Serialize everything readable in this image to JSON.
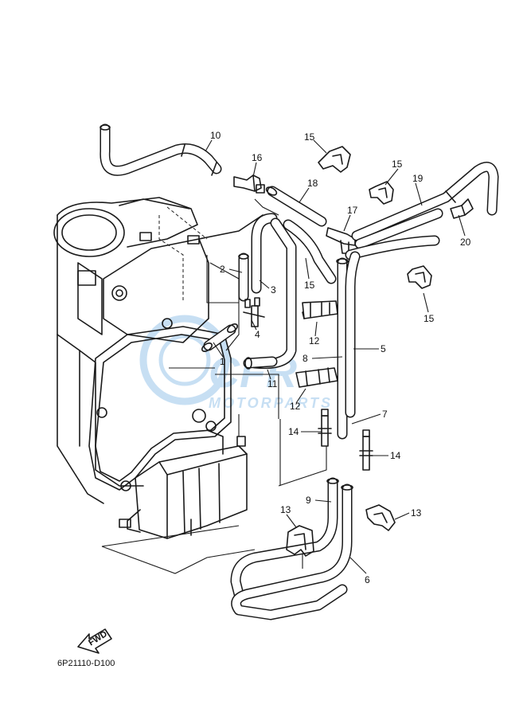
{
  "diagram": {
    "code": "6P21110-D100",
    "fwd_label": "FWD",
    "watermark": {
      "main": "CFR",
      "sub": "MOTORPARTS",
      "color": "#9ac6ea"
    },
    "callouts": [
      {
        "id": "1",
        "label": "1"
      },
      {
        "id": "2",
        "label": "2"
      },
      {
        "id": "3",
        "label": "3"
      },
      {
        "id": "4",
        "label": "4"
      },
      {
        "id": "5",
        "label": "5"
      },
      {
        "id": "6",
        "label": "6"
      },
      {
        "id": "7",
        "label": "7"
      },
      {
        "id": "8",
        "label": "8"
      },
      {
        "id": "9",
        "label": "9"
      },
      {
        "id": "10",
        "label": "10"
      },
      {
        "id": "11",
        "label": "11"
      },
      {
        "id": "12a",
        "label": "12"
      },
      {
        "id": "12b",
        "label": "12"
      },
      {
        "id": "13a",
        "label": "13"
      },
      {
        "id": "13b",
        "label": "13"
      },
      {
        "id": "14a",
        "label": "14"
      },
      {
        "id": "14b",
        "label": "14"
      },
      {
        "id": "15a",
        "label": "15"
      },
      {
        "id": "15b",
        "label": "15"
      },
      {
        "id": "15c",
        "label": "15"
      },
      {
        "id": "15d",
        "label": "15"
      },
      {
        "id": "16",
        "label": "16"
      },
      {
        "id": "17",
        "label": "17"
      },
      {
        "id": "18",
        "label": "18"
      },
      {
        "id": "19",
        "label": "19"
      },
      {
        "id": "20",
        "label": "20"
      }
    ]
  }
}
